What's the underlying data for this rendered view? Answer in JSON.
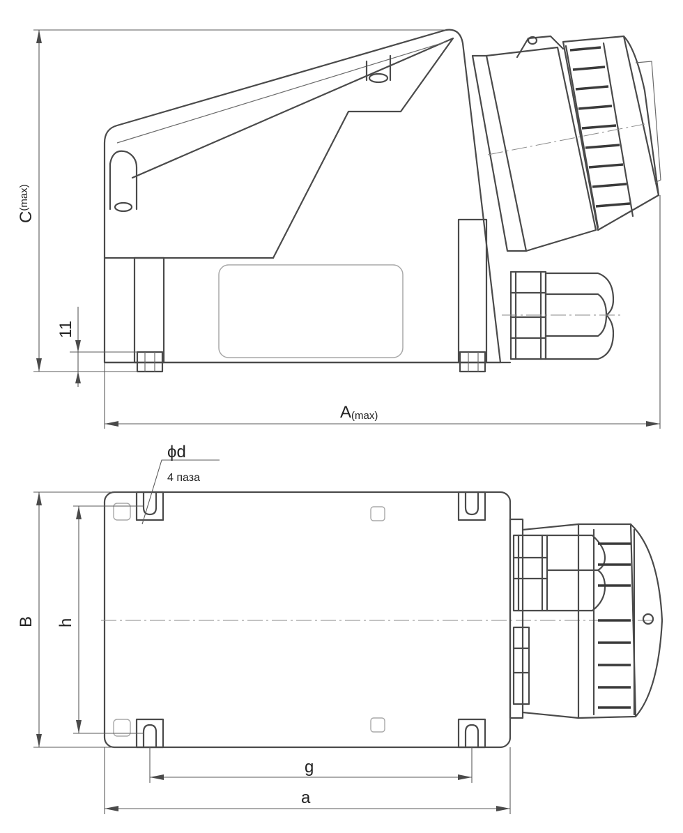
{
  "labels": {
    "c_main": "C",
    "c_sub": "(max)",
    "a_main": "A",
    "a_sub": "(max)",
    "dim_11": "11",
    "phi_d": "ϕd",
    "slots": "4 паза",
    "b": "B",
    "h": "h",
    "g": "g",
    "a_small": "a"
  },
  "colors": {
    "line": "#4a4a4a",
    "dimension": "#5a5a5a",
    "centerline": "#8a8a8a",
    "background": "#ffffff"
  }
}
